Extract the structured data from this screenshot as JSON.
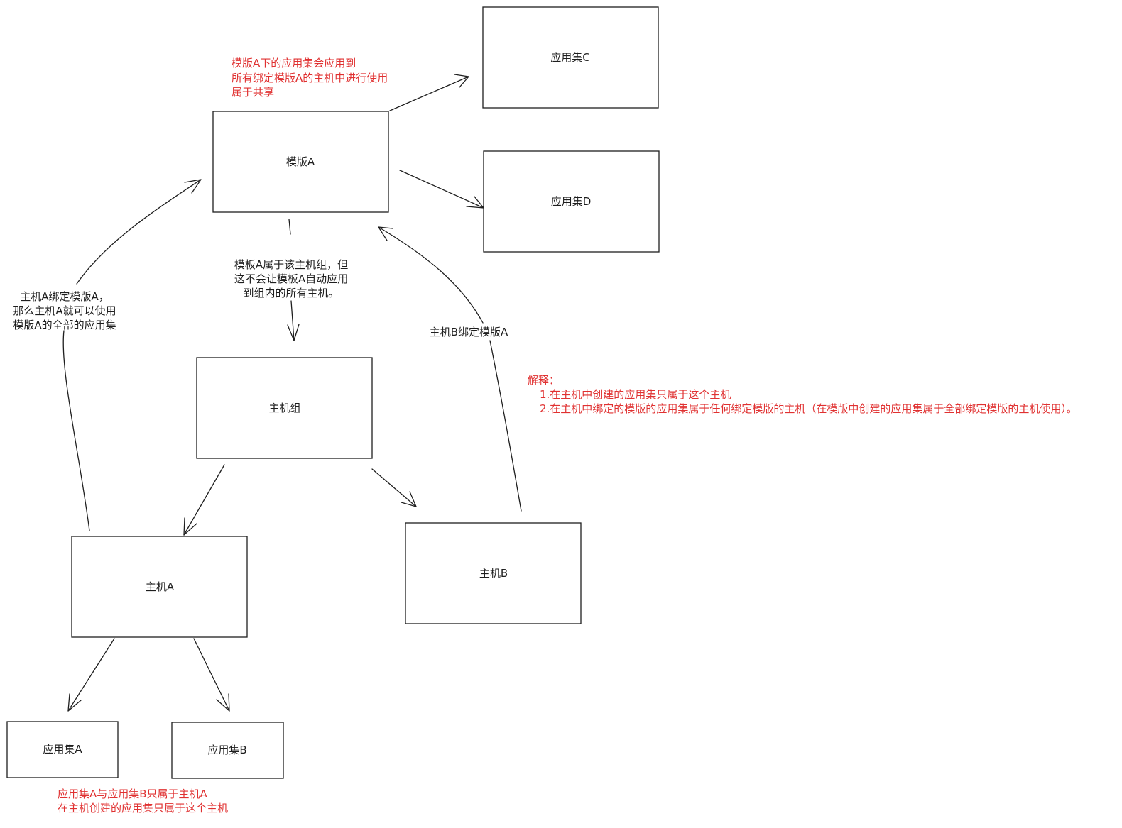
{
  "nodes": {
    "template_a": "模版A",
    "app_set_c": "应用集C",
    "app_set_d": "应用集D",
    "host_group": "主机组",
    "host_a": "主机A",
    "host_b": "主机B",
    "app_set_a": "应用集A",
    "app_set_b": "应用集B"
  },
  "notes": {
    "template_shared": [
      "模版A下的应用集会应用到",
      "所有绑定模版A的主机中进行使用",
      "属于共享"
    ],
    "template_group": [
      "模板A属于该主机组，但",
      "这不会让模板A自动应用",
      "到组内的所有主机。"
    ],
    "host_a_bind": [
      "主机A绑定模版A，",
      "那么主机A就可以使用",
      "模版A的全部的应用集"
    ],
    "host_b_bind": "主机B绑定模版A",
    "explanation": [
      "解释：",
      "1.在主机中创建的应用集只属于这个主机",
      "2.在主机中绑定的模版的应用集属于任何绑定模版的主机（在模版中创建的应用集属于全部绑定模版的主机使用）。"
    ],
    "app_sets_note": [
      "应用集A与应用集B只属于主机A",
      "在主机创建的应用集只属于这个主机"
    ]
  },
  "colors": {
    "stroke": "#1e1e1e",
    "annotation_red": "#e03131"
  }
}
